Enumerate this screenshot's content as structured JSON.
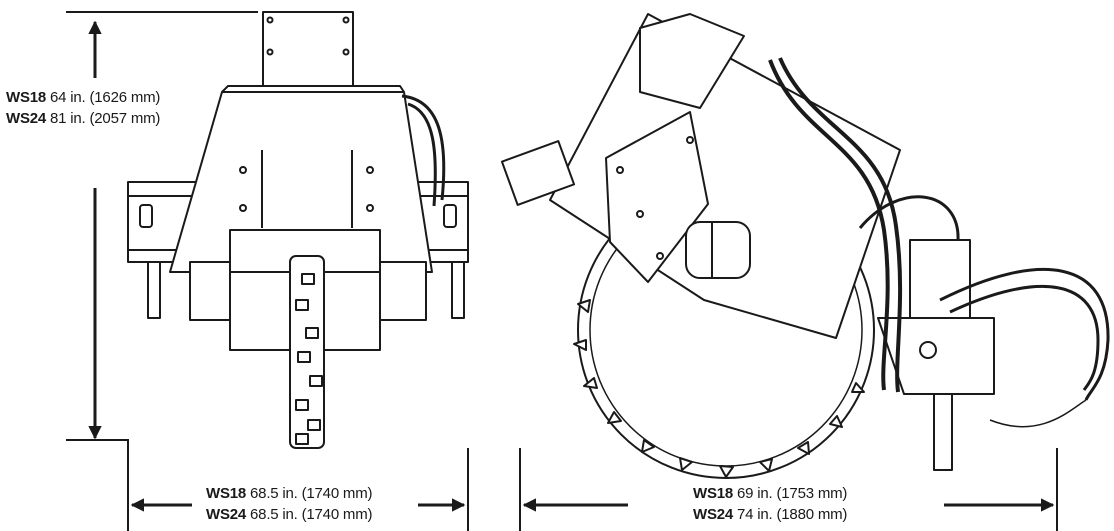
{
  "dimensions": {
    "height": {
      "rows": [
        {
          "model": "WS18",
          "value": "64 in. (1626 mm)"
        },
        {
          "model": "WS24",
          "value": "81 in. (2057 mm)"
        }
      ]
    },
    "width_front": {
      "rows": [
        {
          "model": "WS18",
          "value": "68.5 in. (1740 mm)"
        },
        {
          "model": "WS24",
          "value": "68.5 in. (1740 mm)"
        }
      ]
    },
    "width_side": {
      "rows": [
        {
          "model": "WS18",
          "value": "69 in. (1753 mm)"
        },
        {
          "model": "WS24",
          "value": "74 in. (1880 mm)"
        }
      ]
    }
  },
  "colors": {
    "ink": "#1a1a1a",
    "background": "#ffffff"
  }
}
